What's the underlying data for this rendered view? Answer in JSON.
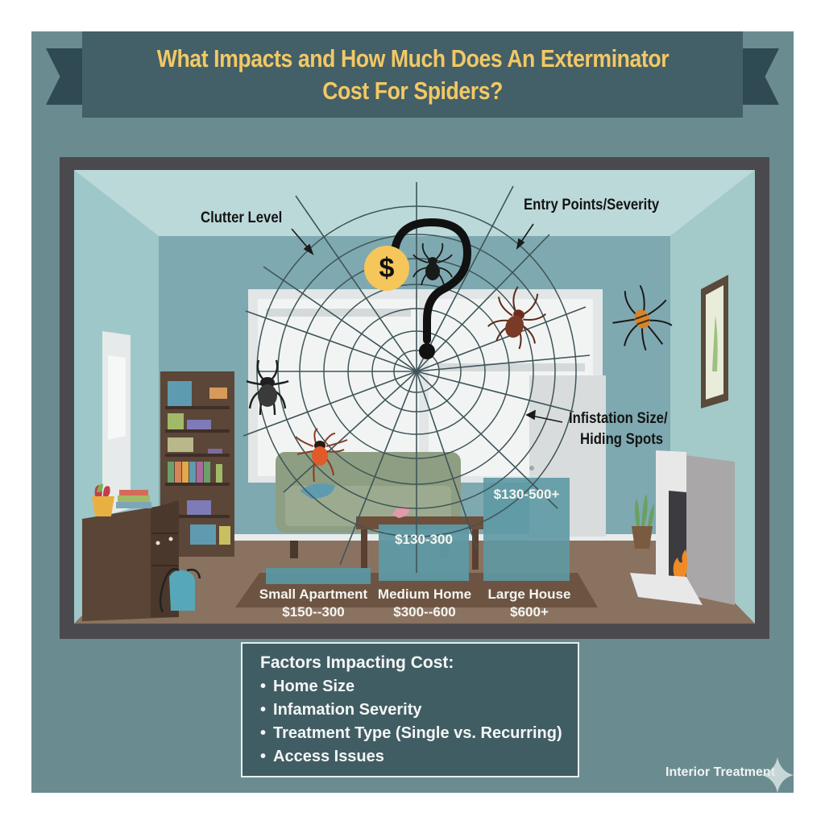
{
  "header": {
    "title_line1": "What Impacts and How Much Does An Exterminator",
    "title_line2": "Cost For Spiders?",
    "title_color": "#f2c865",
    "banner_color": "#435f67",
    "panel_color": "#6a8c90"
  },
  "illustration": {
    "annotations": {
      "clutter": "Clutter Level",
      "entry": "Entry Points/Severity",
      "infestation_line1": "Infistation Size/",
      "infestation_line2": "Hiding Spots"
    },
    "center_icon": {
      "coin_symbol": "$",
      "coin_color": "#f5c65a",
      "question_mark": "?"
    },
    "price_boxes": [
      {
        "label": "$130-300"
      },
      {
        "label": "$130-500+"
      }
    ],
    "home_sizes": [
      {
        "name": "Small Apartment",
        "price": "$150--300"
      },
      {
        "name": "Medium Home",
        "price": "$300--600"
      },
      {
        "name": "Large House",
        "price": "$600+"
      }
    ],
    "spiders": [
      "black-spider-on-web-top",
      "brown-spider-on-web",
      "orange-spider-wall",
      "black-spider-left",
      "red-orange-spider-bottom"
    ]
  },
  "factors": {
    "title": "Factors Impacting Cost:",
    "items": [
      "Home Size",
      "Infamation Severity",
      "Treatment Type (Single vs. Recurring)",
      "Access Issues"
    ]
  },
  "footer": {
    "tag": "Interior Treatment"
  }
}
